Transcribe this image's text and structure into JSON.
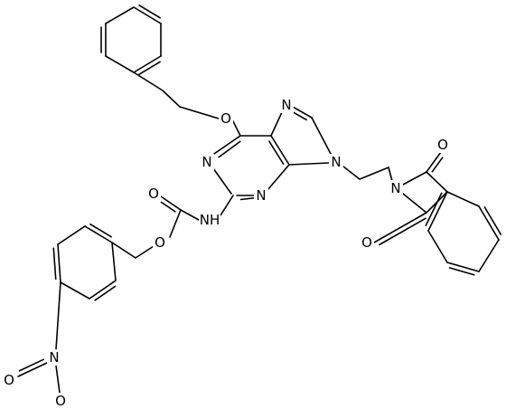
{
  "molecule": {
    "atoms": [
      {
        "id": "O_benzyl",
        "label": "O"
      },
      {
        "id": "N7",
        "label": "N"
      },
      {
        "id": "N1",
        "label": "N"
      },
      {
        "id": "N9",
        "label": "N"
      },
      {
        "id": "N3",
        "label": "N"
      },
      {
        "id": "O_carbonyl_carbamate",
        "label": "O"
      },
      {
        "id": "NH_carbamate",
        "label": "NH"
      },
      {
        "id": "O_ester",
        "label": "O"
      },
      {
        "id": "O_phth_top",
        "label": "O"
      },
      {
        "id": "N_phth",
        "label": "N"
      },
      {
        "id": "O_phth_bottom",
        "label": "O"
      },
      {
        "id": "N_nitro",
        "label": "N"
      },
      {
        "id": "O_nitro_left",
        "label": "O"
      },
      {
        "id": "O_nitro_bottom",
        "label": "O"
      }
    ],
    "colors": {
      "bond": "#000000",
      "text": "#000000",
      "background": "#ffffff"
    }
  }
}
